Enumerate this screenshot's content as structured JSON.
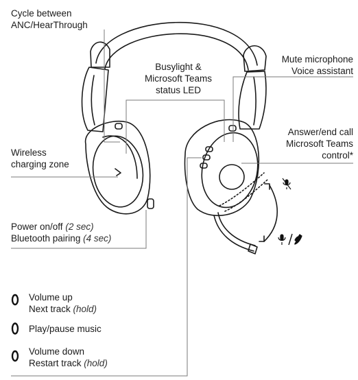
{
  "labels": {
    "cycle": [
      "Cycle between",
      "ANC/HearThrough"
    ],
    "busylight": [
      "Busylight &",
      "Microsoft Teams",
      "status LED"
    ],
    "mute": [
      "Mute microphone",
      "Voice assistant"
    ],
    "answer": [
      "Answer/end call",
      "Microsoft Teams",
      "control*"
    ],
    "wireless": [
      "Wireless",
      "charging zone"
    ],
    "power": {
      "line1": "Power on/off",
      "line1_note": "(2 sec)",
      "line2": "Bluetooth pairing",
      "line2_note": "(4 sec)"
    }
  },
  "buttons": [
    {
      "lines": [
        "Volume up",
        "Next track"
      ],
      "note": "(hold)"
    },
    {
      "lines": [
        "Play/pause music"
      ],
      "note": ""
    },
    {
      "lines": [
        "Volume down",
        "Restart track"
      ],
      "note": "(hold)"
    }
  ],
  "colors": {
    "line": "#7a7a7a",
    "drawing": "#1a1a1a"
  },
  "icons": [
    "mic-muted-icon",
    "mic-icon",
    "phone-icon"
  ]
}
